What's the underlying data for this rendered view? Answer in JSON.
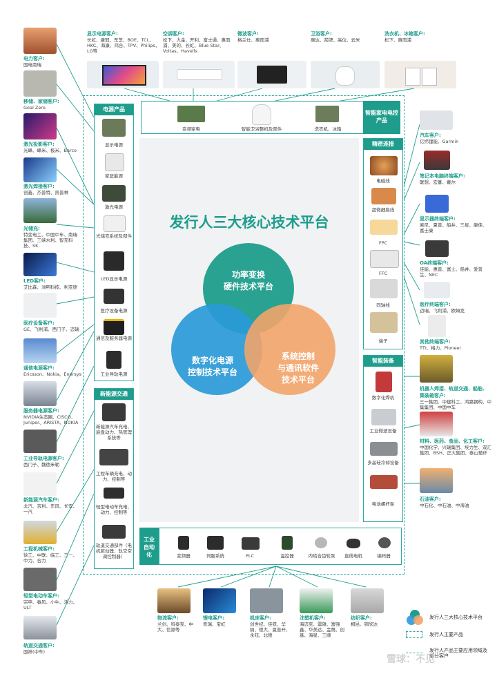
{
  "title": "发行人三大核心技术平台",
  "circles": {
    "top": [
      "功率变换",
      "硬件技术平台"
    ],
    "left": [
      "数字化电源",
      "控制技术平台"
    ],
    "right": [
      "系统控制",
      "与通讯软件",
      "技术平台"
    ]
  },
  "colors": {
    "teal": "#1f9d8c",
    "blue": "#2a9ad8",
    "orange": "#f2a46a",
    "panel": "#1f9d8c"
  },
  "top_customers": [
    {
      "title": "显示电源客户:",
      "desc": "长虹、康冠、东芝、BOE、TCL、HKC、海康、鸿合、TPV、Philips，LG等"
    },
    {
      "title": "空调客户:",
      "desc": "松下、大金、开利、富士通、惠而浦、美的、长虹、Blue Star、Voltas、Havells"
    },
    {
      "title": "微波客户:",
      "desc": "格兰仕、惠而浦"
    },
    {
      "title": "卫浴客户:",
      "desc": "惠达、箭牌、高仪、云米"
    },
    {
      "title": "洗衣机、冰箱客户:",
      "desc": "松下、惠而浦"
    }
  ],
  "smart_home": {
    "title": "智能家电电控产品",
    "items": [
      "变频家电",
      "智能卫浴整机及部件",
      "洗衣机、冰箱"
    ]
  },
  "power_products": {
    "title": "电源产品",
    "items": [
      "显示电源",
      "家庭能源",
      "激光电源",
      "光储充系统及部件",
      "LED显示电源",
      "医疗设备电源",
      "通信及服务器电源",
      "工业导轨电源"
    ]
  },
  "nev_products": {
    "title": "新能源交通",
    "items": [
      "新能源汽车充电、底盘动力、热管理系统等",
      "工程车辆充电、动力、控制等",
      "轻型电动车充电、动力、控制等",
      "轨道交通部件（电机驱动器、轨交空调控制器）"
    ]
  },
  "precision": {
    "title": "精密连接",
    "items": [
      "电磁线",
      "超微细扁线",
      "FPC",
      "FFC",
      "同轴线",
      "端子"
    ]
  },
  "smart_equipment": {
    "title": "智能装备",
    "items": [
      "数字化焊机",
      "工业微波设备",
      "多晶硅冷却设备",
      "电池螺杆泵"
    ]
  },
  "industrial": {
    "title": "工业自动化",
    "items": [
      "变频器",
      "伺服系统",
      "PLC",
      "温控器",
      "内啮合齿轮泵",
      "直线电机",
      "编码器"
    ]
  },
  "left_customers": [
    {
      "title": "电力客户:",
      "desc": "国电南瑞"
    },
    {
      "title": "移储、家储客户:",
      "desc": "Goal Zero"
    },
    {
      "title": "激光投影客户:",
      "desc": "光峰、峰米、极米、Barco"
    },
    {
      "title": "激光焊接客户:",
      "desc": "创鑫、杰普特、凯普林"
    },
    {
      "title": "光储充:",
      "desc": "特变电工、中国中车、南瑞集团、三峡水利、智充科技、SK"
    },
    {
      "title": "LED客户:",
      "desc": "艾比森、洲明科技、利亚德"
    },
    {
      "title": "医疗设备客户:",
      "desc": "GE、飞利浦、西门子、迈瑞"
    },
    {
      "title": "通信电源客户:",
      "desc": "Ericsson、Nokia、Enersys"
    },
    {
      "title": "服务器电源客户:",
      "desc": "NVIDIA生态圈、CISCO、Juniper、ARISTA、NOKIA"
    },
    {
      "title": "工业导轨电源客户:",
      "desc": "西门子、魏德米勒"
    },
    {
      "title": "新能源汽车客户:",
      "desc": "北汽、吉利、东风、长安、一汽"
    },
    {
      "title": "工程机械客户:",
      "desc": "徐工、中联、临工、三一、中力、合力"
    },
    {
      "title": "轻型电动车客户:",
      "desc": "宗申、春风、小牛、活力、ULT"
    },
    {
      "title": "轨道交通客户:",
      "desc": "国祥(中车)"
    }
  ],
  "right_customers": [
    {
      "title": "汽车客户:",
      "desc": "亿纬锂能、Garmin"
    },
    {
      "title": "笔记本电脑终端客户:",
      "desc": "联想、宏碁、戴尔"
    },
    {
      "title": "显示器终端客户:",
      "desc": "索尼、夏普、船井、三星、康佳、富士康"
    },
    {
      "title": "OA终端客户:",
      "desc": "佳能、惠普、富士、船井、爱普生、NEC"
    },
    {
      "title": "医疗终端客户:",
      "desc": "迈瑞、飞利浦、欧姆龙"
    },
    {
      "title": "其他终端客户:",
      "desc": "TTI、格力、Pioneer"
    },
    {
      "title": "机器人焊接、轨道交通、船舶、集装箱客户:",
      "desc": "三一集团、中建科工、鸿路钢构、中集集团、中国中车"
    },
    {
      "title": "材料、医药、食品、化工客户:",
      "desc": "中国化学、兴瑞集团、埃力生、双汇集团、BSH、正大集团、泰山玻纤"
    },
    {
      "title": "石油客户:",
      "desc": "中石化、中石油、中海油"
    }
  ],
  "bottom_customers": [
    {
      "title": "物流客户:",
      "desc": "兰剑、科泰克、中大、信源等"
    },
    {
      "title": "锂电客户:",
      "desc": "奇瑞、宝虹"
    },
    {
      "title": "机床客户:",
      "desc": "创世纪、佳铁、华纳、德大、夏普开、永钰、北德"
    },
    {
      "title": "注塑机客户:",
      "desc": "海迈克、震雄、富强鑫、华美达、金鹰、创基、海星、三顺"
    },
    {
      "title": "纺织客户:",
      "desc": "桐昆、铜欣达"
    }
  ],
  "legend": [
    {
      "label": "发行人三大核心技术平台"
    },
    {
      "label": "发行人主要产品"
    },
    {
      "label": "发行人产品主要应用领域及部分客户"
    }
  ],
  "watermark": "雪球：不见"
}
